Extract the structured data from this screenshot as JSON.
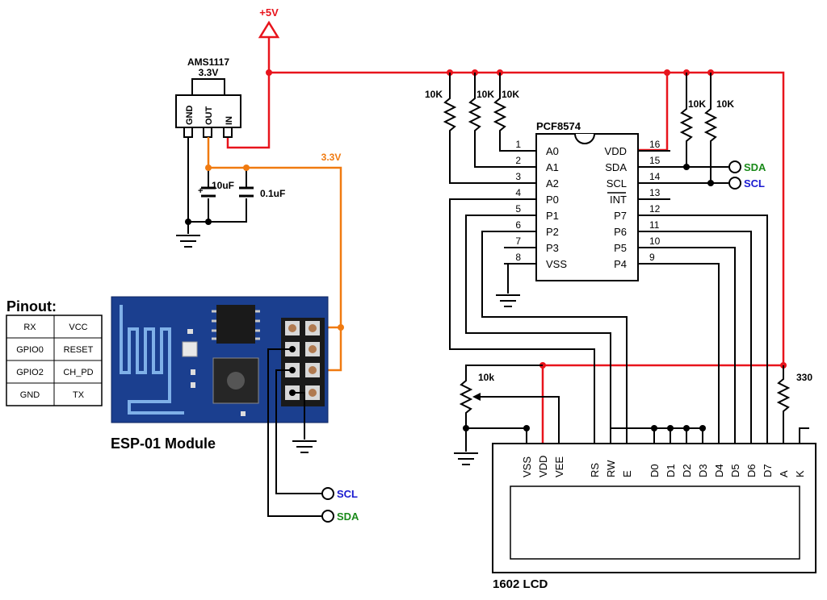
{
  "power": {
    "vcc": "+5V",
    "rail33": "3.3V"
  },
  "regulator": {
    "name": "AMS1117",
    "voltage": "3.3V",
    "pins": [
      "GND",
      "OUT",
      "IN"
    ]
  },
  "caps": {
    "c1": "10uF",
    "c1_polarity": "+",
    "c2": "0.1uF"
  },
  "ic": {
    "name": "PCF8574",
    "left_pins": [
      {
        "num": "1",
        "label": "A0"
      },
      {
        "num": "2",
        "label": "A1"
      },
      {
        "num": "3",
        "label": "A2"
      },
      {
        "num": "4",
        "label": "P0"
      },
      {
        "num": "5",
        "label": "P1"
      },
      {
        "num": "6",
        "label": "P2"
      },
      {
        "num": "7",
        "label": "P3"
      },
      {
        "num": "8",
        "label": "VSS"
      }
    ],
    "right_pins": [
      {
        "num": "16",
        "label": "VDD"
      },
      {
        "num": "15",
        "label": "SDA"
      },
      {
        "num": "14",
        "label": "SCL"
      },
      {
        "num": "13",
        "label": "INT"
      },
      {
        "num": "12",
        "label": "P7"
      },
      {
        "num": "11",
        "label": "P6"
      },
      {
        "num": "10",
        "label": "P5"
      },
      {
        "num": "9",
        "label": "P4"
      }
    ]
  },
  "resistors": {
    "pull": "10K",
    "pot": "10k",
    "backlight": "330"
  },
  "signals": {
    "sda": "SDA",
    "scl": "SCL"
  },
  "colors": {
    "sda": "#1a8a1a",
    "scl": "#1a1ad0",
    "power": "#e8141c",
    "rail33": "#f07a10",
    "module": "#1b3f8f"
  },
  "pinout": {
    "title": "Pinout:",
    "rows": [
      [
        "RX",
        "VCC"
      ],
      [
        "GPIO0",
        "RESET"
      ],
      [
        "GPIO2",
        "CH_PD"
      ],
      [
        "GND",
        "TX"
      ]
    ]
  },
  "esp": {
    "label": "ESP-01 Module"
  },
  "lcd": {
    "label": "1602 LCD",
    "pins": [
      "VSS",
      "VDD",
      "VEE",
      "RS",
      "RW",
      "E",
      "D0",
      "D1",
      "D2",
      "D3",
      "D4",
      "D5",
      "D6",
      "D7",
      "A",
      "K"
    ]
  }
}
